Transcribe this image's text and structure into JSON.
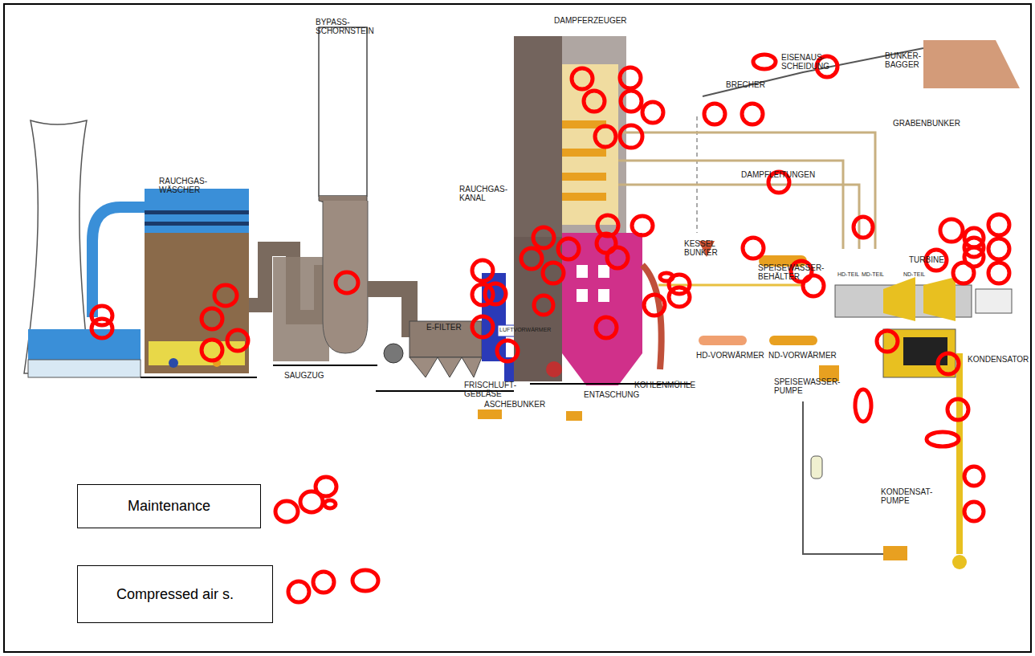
{
  "diagram": {
    "nodes": [
      {
        "text": [
          "Maintenance"
        ]
      },
      {
        "text": [
          "Compressed air s."
        ]
      }
    ],
    "labels": [
      "RAUCHGAS- WÄSCHER",
      "BYPASS- SCHORNSTEIN",
      "SAUGZUG",
      "RAUCHGAS- KANAL",
      "DAMPFERZEUGER",
      "E-FILTER",
      "LUFTVORWÄRMER",
      "FRISCHLUFT- GEBLÄSE",
      "ASCHEBUNKER",
      "ENTASCHUNG",
      "KOHLENMÜHLE",
      "BRECHER",
      "EISENAUS- SCHEIDUNG",
      "BUNKER- BAGGER",
      "GRABENBUNKER",
      "DAMPFLEITUNGEN",
      "KESSEL BUNKER",
      "SPEISEWASSER- BEHÄLTER",
      "HD-VORWÄRMER",
      "ND-VORWÄRMER",
      "SPEISEWASSER- PUMPE",
      "KONDENSAT- PUMPE",
      "TURBINE",
      "HD-TEIL",
      "MD-TEIL",
      "ND-TEIL",
      "KONDENSATOR"
    ]
  }
}
